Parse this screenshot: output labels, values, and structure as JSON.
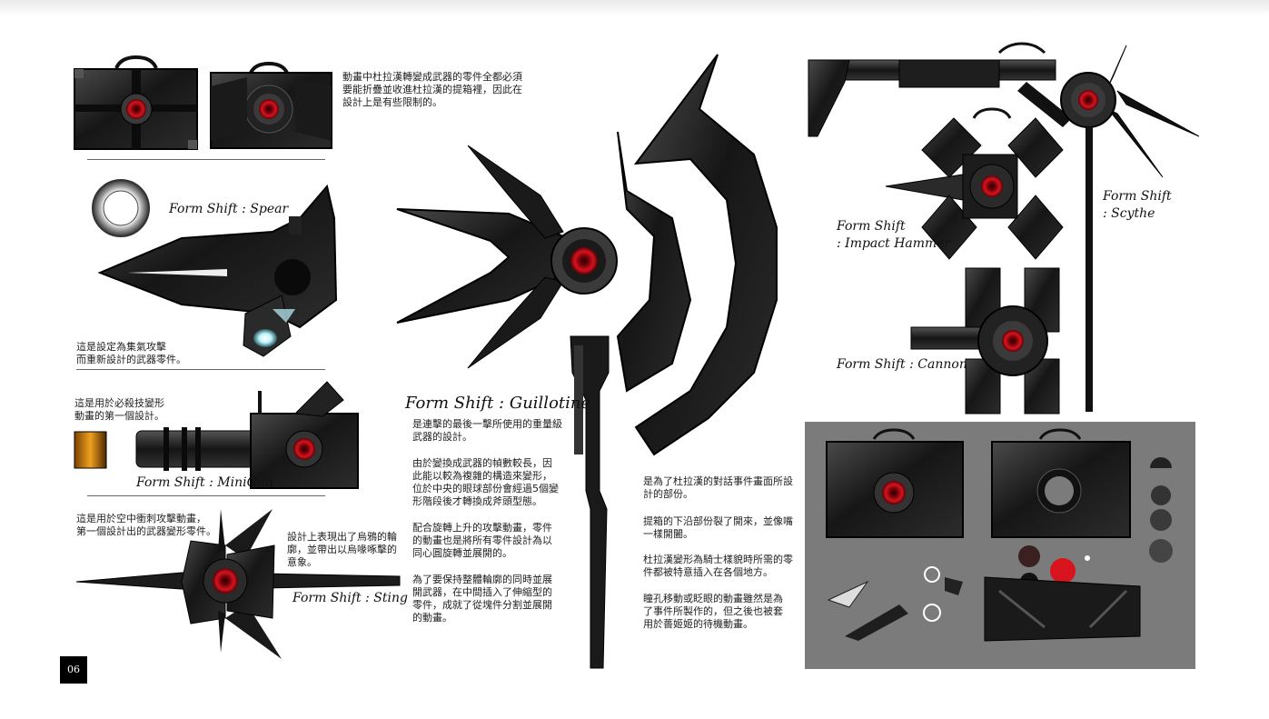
{
  "page_number": "06",
  "notes": {
    "intro": "動畫中杜拉漢轉變成武器的零件全都必須\n要能折疊並收進杜拉漢的提箱裡，因此在\n設計上是有些限制的。",
    "spear": "這是設定為集氣攻擊\n而重新設計的武器零件。",
    "minigun": "這是用於必殺技變形\n動畫的第一個設計。",
    "sting_a": "這是用於空中衝刺攻擊動畫，\n第一個設計出的武器變形零件。",
    "sting_b": "設計上表現出了烏鴉的輪\n廓，並帶出以烏喙啄擊的\n意象。",
    "guillotine_1": "是連擊的最後一擊所使用的重量級\n武器的設計。",
    "guillotine_2": "由於變換成武器的幀數較長，因\n此能以較為複雜的構造來變形，\n位於中央的眼球部份會經過5個變\n形階段後才轉換成斧頭型態。",
    "guillotine_3": "配合旋轉上升的攻擊動畫，零件\n的動畫也是將所有零件設計為以\n同心圓旋轉並展開的。",
    "guillotine_4": "為了要保持整體輪廓的同時並展\n開武器，在中間插入了伸縮型的\n零件，成就了從塊件分割並展開\n的動畫。",
    "dialogue_1": "是為了杜拉漢的對話事件畫面所設\n計的部份。",
    "dialogue_2": "提箱的下沿部份裂了開來，並像嘴\n一樣開闔。",
    "dialogue_3": "杜拉漢變形為騎士樣貌時所需的零\n件都被特意插入在各個地方。",
    "dialogue_4": "瞳孔移動或眨眼的動畫雖然是為\n了事件所製作的，但之後也被套\n用於薔姬姬的待機動畫。"
  },
  "labels": {
    "spear": "Form Shift : Spear",
    "minigun": "Form Shift : MiniGun",
    "sting": "Form Shift : Sting",
    "guillotine": "Form Shift : Guillotine",
    "impact_hammer": "Form Shift\n: Impact Hammer",
    "scythe": "Form Shift\n: Scythe",
    "cannon": "Form Shift : Cannon"
  },
  "colors": {
    "metal_dark": "#141414",
    "metal_mid": "#2e2e2e",
    "metal_light": "#5a5a5a",
    "eye_red": "#c1121a",
    "glow_cyan": "#bff4ff",
    "glow_orange": "#e08a10",
    "panel_gray": "#7b7b7b"
  }
}
